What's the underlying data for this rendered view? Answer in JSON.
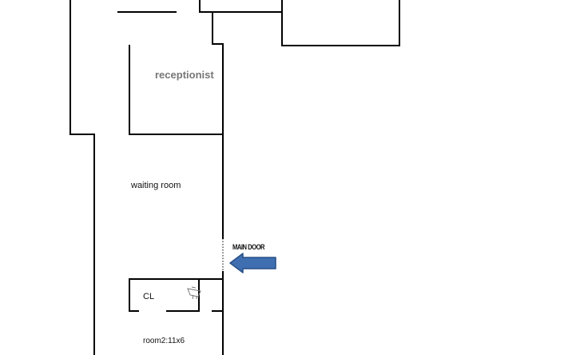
{
  "labels": {
    "receptionist": "receptionist",
    "waiting_room": "waiting room",
    "main_door": "MAIN DOOR",
    "closet": "CL",
    "room2": "room2:11x6"
  },
  "colors": {
    "wall": "#000000",
    "receptionist_text": "#777777",
    "arrow_fill": "#3f6fb0",
    "arrow_stroke": "#274f86"
  },
  "icons": {
    "arrow": "arrow-left-icon",
    "sink": "sink-icon"
  }
}
